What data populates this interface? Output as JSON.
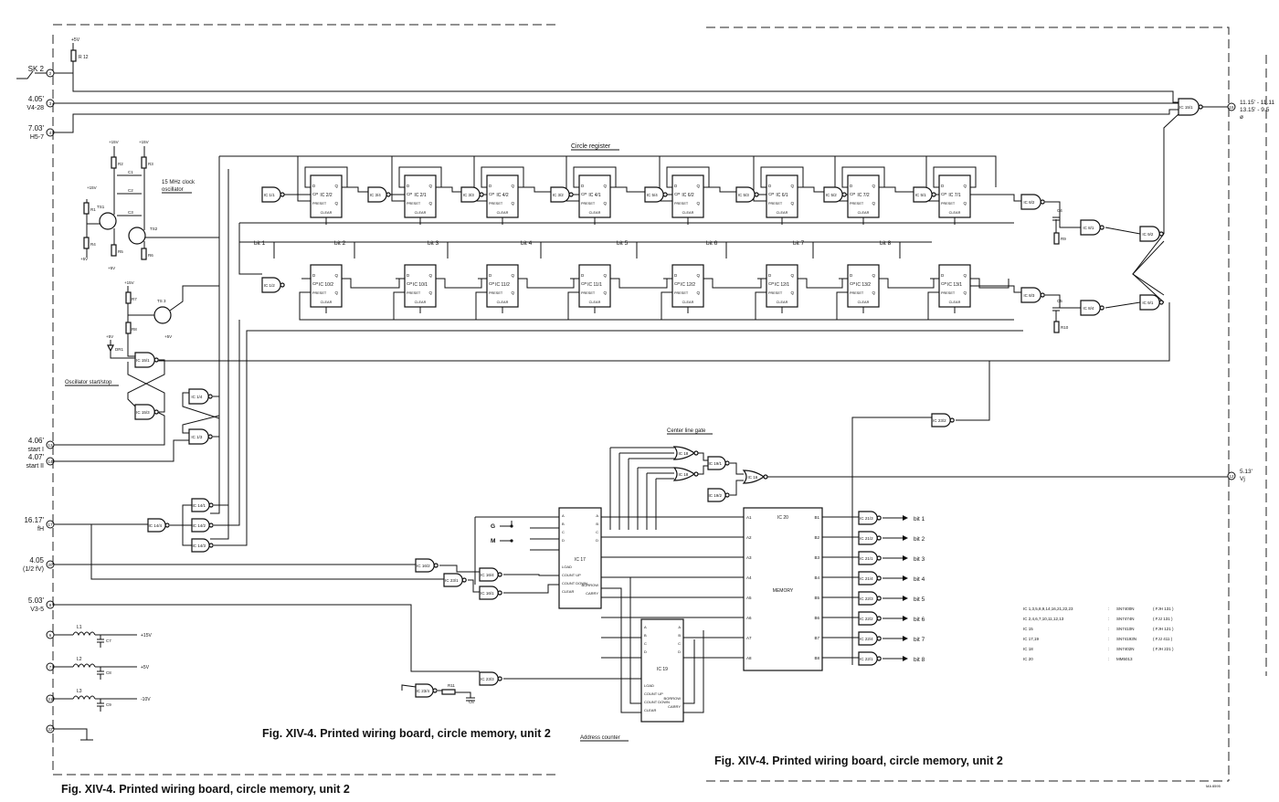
{
  "captions": {
    "bottom_left": "Fig. XIV-4. Printed wiring board, circle memory, unit 2",
    "middle": "Fig. XIV-4. Printed wiring board, circle memory, unit 2",
    "right": "Fig. XIV-4. Printed wiring board, circle memory, unit 2"
  },
  "section_labels": {
    "circle_register": "Circle register",
    "clock_oscillator": "15 MHz clock oscillator",
    "oscillator_start_stop": "Oscillator start/stop",
    "center_line_gate": "Center line gate",
    "address_counter": "Address counter",
    "memory": "MEMORY"
  },
  "connectors": [
    {
      "pin": "2",
      "label": "SK 2"
    },
    {
      "pin": "3",
      "label": "4.05'",
      "sub": "V4-28"
    },
    {
      "pin": "4",
      "label": "7.03'",
      "sub": "H5-7"
    },
    {
      "pin": "13",
      "label": "4.06'",
      "sub": "start I"
    },
    {
      "pin": "14",
      "label": "4.07'",
      "sub": "start II"
    },
    {
      "pin": "17",
      "label": "16.17'",
      "sub": "fH"
    },
    {
      "pin": "20",
      "label": "4.05",
      "sub": "(1/2 fV)"
    },
    {
      "pin": "8",
      "label": "5.03'",
      "sub": "V3-5"
    },
    {
      "pin": "6",
      "label": ""
    },
    {
      "pin": "7",
      "label": ""
    },
    {
      "pin": "21",
      "label": ""
    },
    {
      "pin": "22",
      "label": ""
    }
  ],
  "right_outputs": [
    {
      "pin": "15",
      "label": "11.15' - 11.11",
      "sub": "13.15' - 9.5",
      "sub2": "ø"
    },
    {
      "pin": "12",
      "label": "5.13'",
      "sub": "Vj"
    }
  ],
  "register_top": [
    "IC 2/2",
    "IC 2/1",
    "IC 4/2",
    "IC 4/1",
    "IC 6/2",
    "IC 6/1",
    "IC 7/2",
    "IC 7/1"
  ],
  "register_bottom": [
    "IC 10/2",
    "IC 10/1",
    "IC 11/2",
    "IC 11/1",
    "IC 12/2",
    "IC 12/1",
    "IC 13/2",
    "IC 13/1"
  ],
  "ff_pins": {
    "d": "D",
    "cp": "CP",
    "preset": "PRESET",
    "clear": "CLEAR",
    "q": "Q",
    "qbar": "Q"
  },
  "bits": [
    "bit 1",
    "bit 2",
    "bit 3",
    "bit 4",
    "bit 5",
    "bit 6",
    "bit 7",
    "bit 8"
  ],
  "bit_outputs": [
    "bit 1",
    "bit 2",
    "bit 3",
    "bit 4",
    "bit 5",
    "bit 6",
    "bit 7",
    "bit 8"
  ],
  "gates_top": [
    "IC 1/1",
    "IC 3/4",
    "IC 3/3",
    "IC 3/2",
    "IC 5/4",
    "IC 5/3",
    "IC 5/2",
    "IC 5/1"
  ],
  "gates_bottom": [
    "IC 1/2"
  ],
  "gates_misc": {
    "ic8_2": "IC 8/2",
    "ic8_3": "IC 8/3",
    "ic8_1": "IC 8/1",
    "ic8_4": "IC 8/4",
    "ic9_2": "IC 9/2",
    "ic9_1": "IC 9/1",
    "ic15_1": "IC 15/1",
    "ic15_1b": "IC 15/1",
    "ic15_3": "IC 15/3",
    "ic1_4": "IC 1/4",
    "ic1_3": "IC 1/3",
    "ic14_1": "IC 14/1",
    "ic14_2": "IC 14/2",
    "ic14_3": "IC 14/3",
    "ic14_4": "IC 14/4",
    "ic16_2": "IC 16/2",
    "ic23_1": "IC 23/1",
    "ic16_4": "IC 16/4",
    "ic16_1": "IC 16/1",
    "ic23_2": "IC 23/2",
    "ic23_4": "IC 23/4",
    "ic23_3": "IC 23/3",
    "ic18a": "IC 18",
    "ic18b": "IC 18",
    "ic19_1": "IC 19/1",
    "ic19_2": "IC 19/2",
    "ic16_3": "IC 16"
  },
  "out_gates": [
    "IC 21/3",
    "IC 21/2",
    "IC 21/1",
    "IC 21/4",
    "IC 22/3",
    "IC 22/2",
    "IC 22/4",
    "IC 22/1"
  ],
  "counters": {
    "ic17": {
      "name": "IC 17",
      "pins": [
        "A",
        "B",
        "C",
        "D",
        "LOAD",
        "COUNT UP",
        "COUNT DOWN",
        "CLEAR"
      ],
      "out": [
        "A",
        "B",
        "C",
        "D",
        "BORROW",
        "CARRY"
      ]
    },
    "ic19": {
      "name": "IC 19",
      "pins": [
        "A",
        "B",
        "C",
        "D",
        "LOAD",
        "COUNT UP",
        "COUNT DOWN",
        "CLEAR"
      ],
      "out": [
        "A",
        "B",
        "C",
        "D",
        "BORROW",
        "CARRY"
      ]
    },
    "ic20": {
      "name": "IC 20",
      "addr": [
        "A1",
        "A2",
        "A3",
        "A4",
        "A5",
        "A6",
        "A7",
        "A8"
      ],
      "data": [
        "B1",
        "B2",
        "B3",
        "B4",
        "B5",
        "B6",
        "B7",
        "B8"
      ]
    }
  },
  "gm_labels": [
    "G",
    "M"
  ],
  "components": {
    "r12": "R 12",
    "r1": "R1",
    "r2": "R2",
    "r3": "R3",
    "r4": "R4",
    "r5": "R5",
    "r6": "R6",
    "r7": "R7",
    "r8": "R8",
    "r9": "R9",
    "r10": "R10",
    "r11": "R11",
    "c1": "C1",
    "c2": "C2",
    "c3": "C3",
    "c4": "C4",
    "c5": "C5",
    "c6": "C6",
    "c7": "C7",
    "c8": "C8",
    "c9": "C9",
    "l1": "L1",
    "l2": "L2",
    "l3": "L3",
    "ts1": "TS1",
    "ts2": "TS2",
    "ts3": "TS 3",
    "dr1": "DR1"
  },
  "rails": {
    "p15": "+15V",
    "p5": "+5V",
    "n10": "-10V",
    "p5v": "+5V"
  },
  "ic_table": [
    {
      "ics": "IC 1,3,5,8,9,14,16,21,22,23",
      "type": "SN7400N",
      "code": "( FJH 131 )"
    },
    {
      "ics": "IC 2,4,6,7,10,11,12,13",
      "type": "SN7474N",
      "code": "( FJJ 131 )"
    },
    {
      "ics": "IC 15",
      "type": "SN7410N",
      "code": "( FJH 121 )"
    },
    {
      "ics": "IC 17,19",
      "type": "SN74193N",
      "code": "( FJJ 411 )"
    },
    {
      "ics": "IC 18",
      "type": "SN7402N",
      "code": "( FJH 221 )"
    },
    {
      "ics": "IC 20",
      "type": "MM5013",
      "code": ""
    }
  ],
  "corner_code": "MA 8595"
}
